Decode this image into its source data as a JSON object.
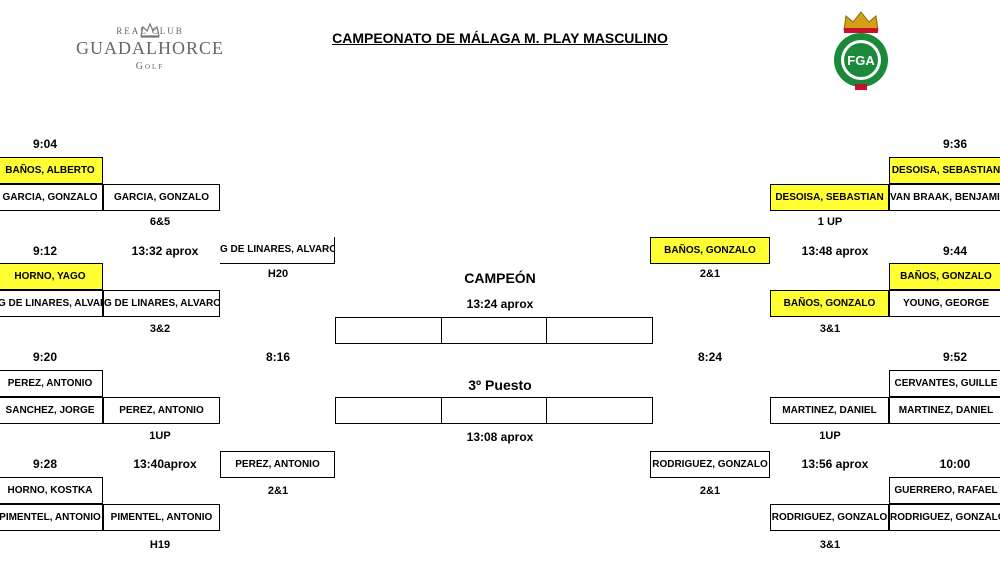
{
  "header": {
    "title": "CAMPEONATO DE MÁLAGA M. PLAY MASCULINO",
    "club_logo": {
      "top": "REAL CLUB",
      "name": "GUADALHORCE",
      "sub": "Golf"
    },
    "federation_logo": {
      "text": "FGA",
      "colors": {
        "green": "#1a8a3a",
        "gold": "#d4a017",
        "red": "#c8102e"
      }
    }
  },
  "left": {
    "times": [
      "9:04",
      "9:12",
      "9:20",
      "9:28"
    ],
    "round1": [
      [
        "BAÑOS, ALBERTO",
        "GARCIA, GONZALO"
      ],
      [
        "HORNO, YAGO",
        "G DE LINARES, ALVARO"
      ],
      [
        "PEREZ, ANTONIO",
        "SANCHEZ, JORGE"
      ],
      [
        "HORNO, KOSTKA",
        "PIMENTEL, ANTONIO"
      ]
    ],
    "round1_winners": [
      "GARCIA, GONZALO",
      "G DE LINARES, ALVARO",
      "PEREZ, ANTONIO",
      "PIMENTEL, ANTONIO"
    ],
    "round1_results": [
      "6&5",
      "3&2",
      "1UP",
      "H19"
    ],
    "semi_times": [
      "13:32 aprox",
      "13:40aprox"
    ],
    "semi_winners": [
      "G DE LINARES, ALVARO",
      "PEREZ, ANTONIO"
    ],
    "semi_results": [
      "H20",
      "2&1"
    ],
    "final_time": "8:16"
  },
  "right": {
    "times": [
      "9:36",
      "9:44",
      "9:52",
      "10:00"
    ],
    "round1": [
      [
        "DESOISA, SEBASTIAN",
        "VAN BRAAK, BENJAMIN"
      ],
      [
        "BAÑOS, GONZALO",
        "YOUNG, GEORGE"
      ],
      [
        "CERVANTES, GUILLE",
        "MARTINEZ, DANIEL"
      ],
      [
        "GUERRERO, RAFAEL",
        "RODRIGUEZ, GONZALO"
      ]
    ],
    "round1_winners": [
      "DESOISA, SEBASTIAN",
      "BAÑOS, GONZALO",
      "MARTINEZ, DANIEL",
      "RODRIGUEZ, GONZALO"
    ],
    "round1_results": [
      "1 UP",
      "3&1",
      "1UP",
      "3&1"
    ],
    "semi_times": [
      "13:48 aprox",
      "13:56 aprox"
    ],
    "semi_winners": [
      "BAÑOS, GONZALO",
      "RODRIGUEZ, GONZALO"
    ],
    "semi_results": [
      "2&1",
      "2&1"
    ],
    "final_time": "8:24"
  },
  "center": {
    "champion_label": "CAMPEÓN",
    "champion_time": "13:24 aprox",
    "third_label": "3º Puesto",
    "third_time": "13:08 aprox"
  },
  "colors": {
    "highlight": "#ffff33"
  }
}
